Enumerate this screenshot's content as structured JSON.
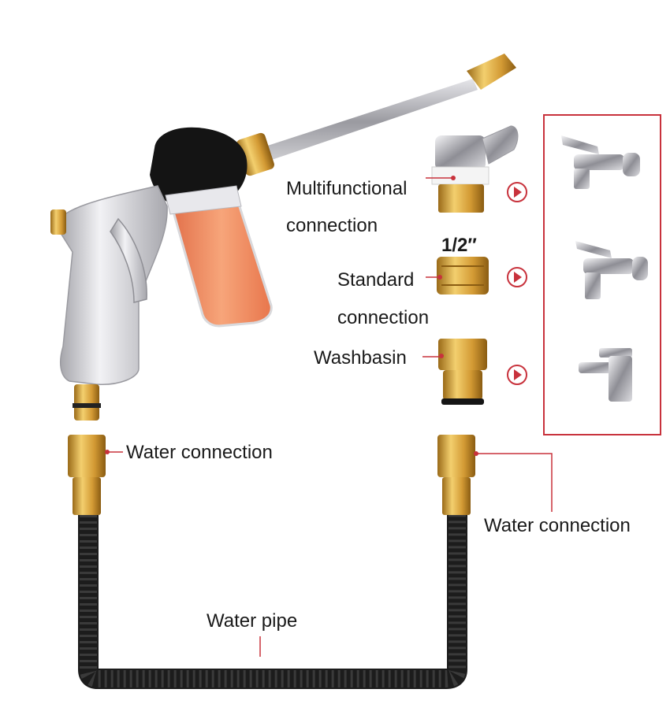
{
  "labels": {
    "multifunctional_line1": "Multifunctional",
    "multifunctional_line2": "connection",
    "size": "1/2″",
    "standard_line1": "Standard",
    "standard_line2": "connection",
    "washbasin": "Washbasin",
    "water_connection_left": "Water connection",
    "water_connection_right": "Water connection",
    "water_pipe": "Water pipe"
  },
  "colors": {
    "accent_red": "#c8323c",
    "brass": "#d9a441",
    "brass_dark": "#a9741e",
    "hose": "#1c1c1c",
    "silver": "#d8d8dc",
    "foam_bottle": "#f08a5a"
  },
  "icons": [
    "spray-gun-icon",
    "faucet-icon",
    "washbasin-faucet-icon",
    "arrow-right-circle-icon",
    "brass-connector-icon"
  ]
}
